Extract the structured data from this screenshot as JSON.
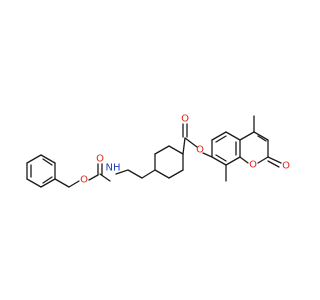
{
  "molecule": {
    "atoms": {
      "carbonyl_o_carbamate": {
        "label": "O",
        "color": "#e2231a"
      },
      "ether_o_benzyl": {
        "label": "O",
        "color": "#e2231a"
      },
      "nh": {
        "label": "NH",
        "color": "#1f3fbf"
      },
      "carbonyl_o_ester": {
        "label": "O",
        "color": "#e2231a"
      },
      "ester_o": {
        "label": "O",
        "color": "#e2231a"
      },
      "ring_o_coumarin": {
        "label": "O",
        "color": "#e2231a"
      },
      "lactone_o": {
        "label": "O",
        "color": "#e2231a"
      }
    },
    "bond_color": "#1a1a1a"
  }
}
